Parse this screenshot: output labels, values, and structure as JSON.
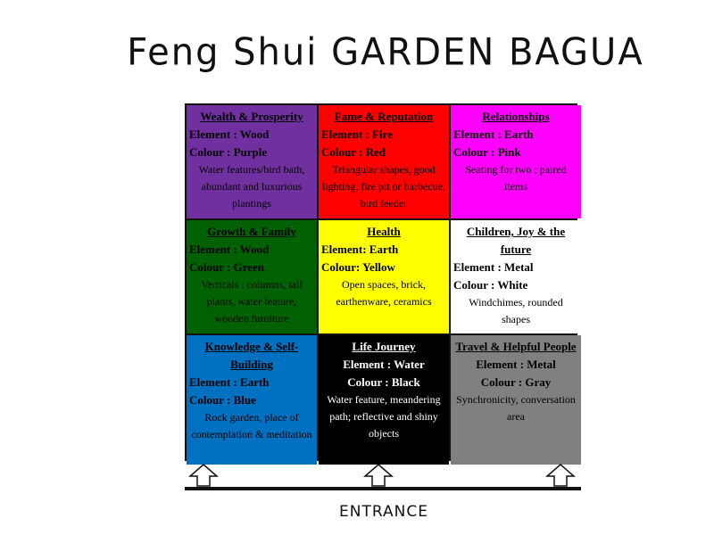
{
  "title": "Feng Shui GARDEN BAGUA",
  "cells": [
    {
      "heading": "Wealth & Prosperity",
      "element": "Element : Wood",
      "colour": "Colour : Purple",
      "description": "Water features/bird bath, abundant and luxurious plantings",
      "bg": "#7030a0",
      "fg": "#000000",
      "headColor": "#000000"
    },
    {
      "heading": "Fame & Reputation",
      "element": "Element : Fire",
      "colour": "Colour : Red",
      "description": "Triangular shapes, good lighting, fire pit or barbecue, bird feeder",
      "bg": "#ff0000",
      "fg": "#000000",
      "headColor": "#000000"
    },
    {
      "heading": "Relationships",
      "element": "Element : Earth",
      "colour": "Colour : Pink",
      "description": "Seating for two ; paired items",
      "bg": "#ff00ff",
      "fg": "#000000",
      "headColor": "#000000"
    },
    {
      "heading": "Growth & Family",
      "element": "Element : Wood",
      "colour": "Colour : Green",
      "description": "Verticals : columns, tall plants, water feature, wooden furniture",
      "bg": "#006100",
      "fg": "#000000",
      "headColor": "#000000"
    },
    {
      "heading": "Health",
      "element": "Element: Earth",
      "colour": "Colour: Yellow",
      "description": "Open spaces, brick, earthenware, ceramics",
      "bg": "#ffff00",
      "fg": "#000000",
      "headColor": "#000000"
    },
    {
      "heading": "Children, Joy & the future",
      "element": "Element : Metal",
      "colour": "Colour : White",
      "description": "Windchimes, rounded shapes",
      "bg": "#ffffff",
      "fg": "#000000",
      "headColor": "#000000"
    },
    {
      "heading": "Knowledge & Self-Building",
      "element": "Element : Earth",
      "colour": "Colour : Blue",
      "description": "Rock garden, place of contemplation & meditation",
      "bg": "#0070c0",
      "fg": "#000000",
      "headColor": "#000000"
    },
    {
      "heading": "Life Journey",
      "element": "Element : Water",
      "colour": "Colour : Black",
      "description": "Water feature, meandering path; reflective and shiny objects",
      "bg": "#000000",
      "fg": "#ffffff",
      "headColor": "#ffffff"
    },
    {
      "heading": "Travel & Helpful People",
      "element": "Element : Metal",
      "colour": "Colour : Gray",
      "description": "Synchronicity, conversation area",
      "bg": "#808080",
      "fg": "#000000",
      "headColor": "#000000"
    }
  ],
  "entrance_label": "ENTRANCE"
}
